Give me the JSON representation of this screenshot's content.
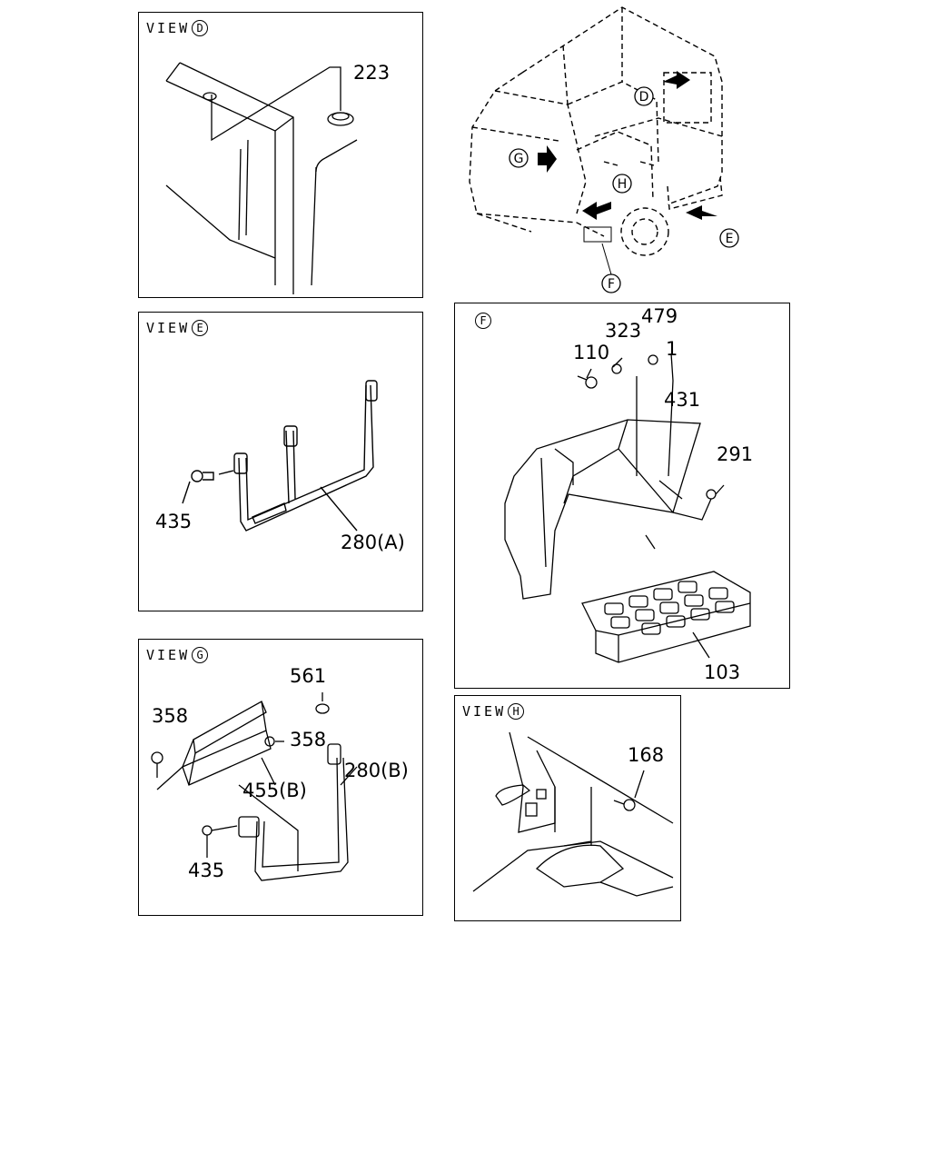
{
  "views": {
    "d": {
      "prefix": "VIEW",
      "letter": "D"
    },
    "e": {
      "prefix": "VIEW",
      "letter": "E"
    },
    "f": {
      "letter": "F"
    },
    "g": {
      "prefix": "VIEW",
      "letter": "G"
    },
    "h": {
      "prefix": "VIEW",
      "letter": "H"
    }
  },
  "truck_markers": {
    "d": "D",
    "e": "E",
    "f": "F",
    "g": "G",
    "h": "H"
  },
  "callouts": {
    "d_223": "223",
    "e_435": "435",
    "e_280a": "280(A)",
    "f_110": "110",
    "f_323": "323",
    "f_479": "479",
    "f_1": "1",
    "f_431": "431",
    "f_291": "291",
    "f_103": "103",
    "g_561": "561",
    "g_358a": "358",
    "g_358b": "358",
    "g_455b": "455(B)",
    "g_280b": "280(B)",
    "g_435": "435",
    "h_168": "168"
  }
}
